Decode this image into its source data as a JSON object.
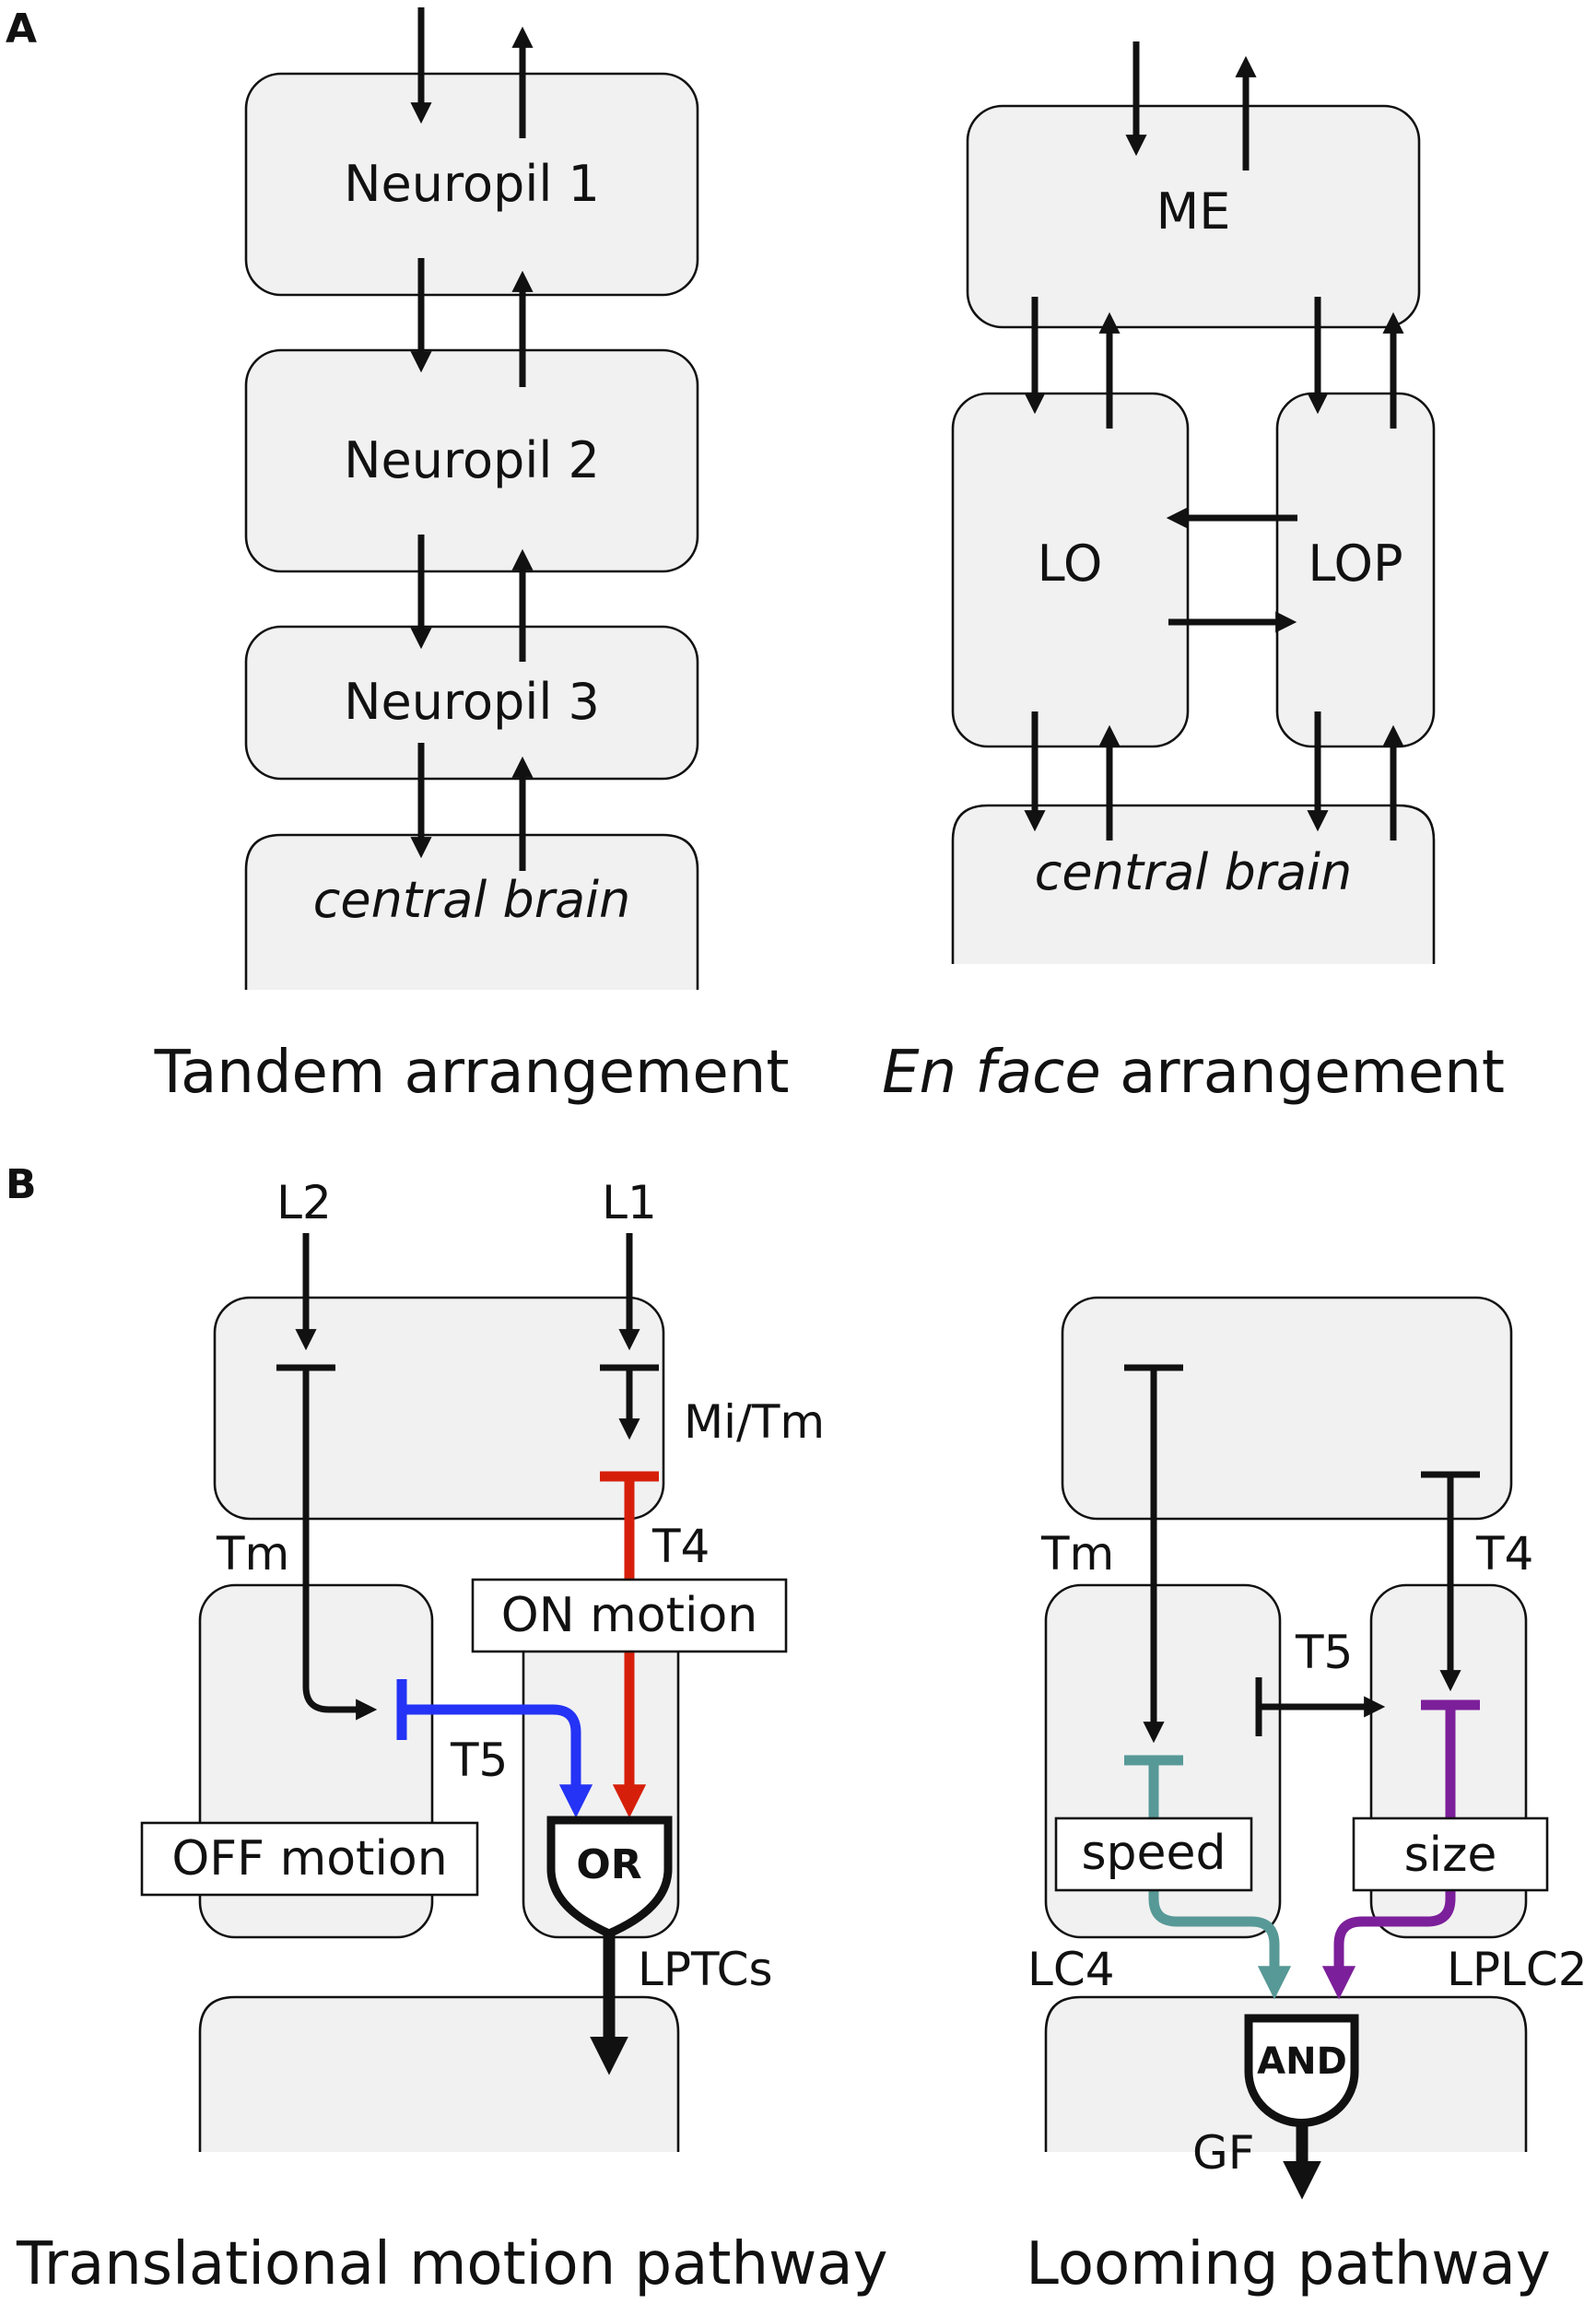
{
  "panel_a": {
    "letter": "A",
    "tandem": {
      "neuropil1": "Neuropil 1",
      "neuropil2": "Neuropil 2",
      "neuropil3": "Neuropil 3",
      "central": "central brain",
      "caption": "Tandem arrangement"
    },
    "enface": {
      "me": "ME",
      "lo": "LO",
      "lop": "LOP",
      "central": "central brain",
      "caption_italic": "En face",
      "caption_rest": " arrangement"
    }
  },
  "panel_b": {
    "letter": "B",
    "translational": {
      "l2": "L2",
      "l1": "L1",
      "mitm": "Mi/Tm",
      "tm": "Tm",
      "t4": "T4",
      "t5": "T5",
      "on_motion": "ON motion",
      "off_motion": "OFF motion",
      "or_gate": "OR",
      "lptcs": "LPTCs",
      "caption": "Translational motion pathway"
    },
    "looming": {
      "tm": "Tm",
      "t4": "T4",
      "t5": "T5",
      "speed": "speed",
      "size": "size",
      "lc4": "LC4",
      "lplc2": "LPLC2",
      "and_gate": "AND",
      "gf": "GF",
      "caption": "Looming pathway"
    }
  },
  "colors": {
    "box_fill": "#f1f1f1",
    "ink": "#111111",
    "t5_blue": "#2433f5",
    "t4_red": "#d61f0a",
    "speed_teal": "#579997",
    "size_purple": "#7c1f9a"
  }
}
